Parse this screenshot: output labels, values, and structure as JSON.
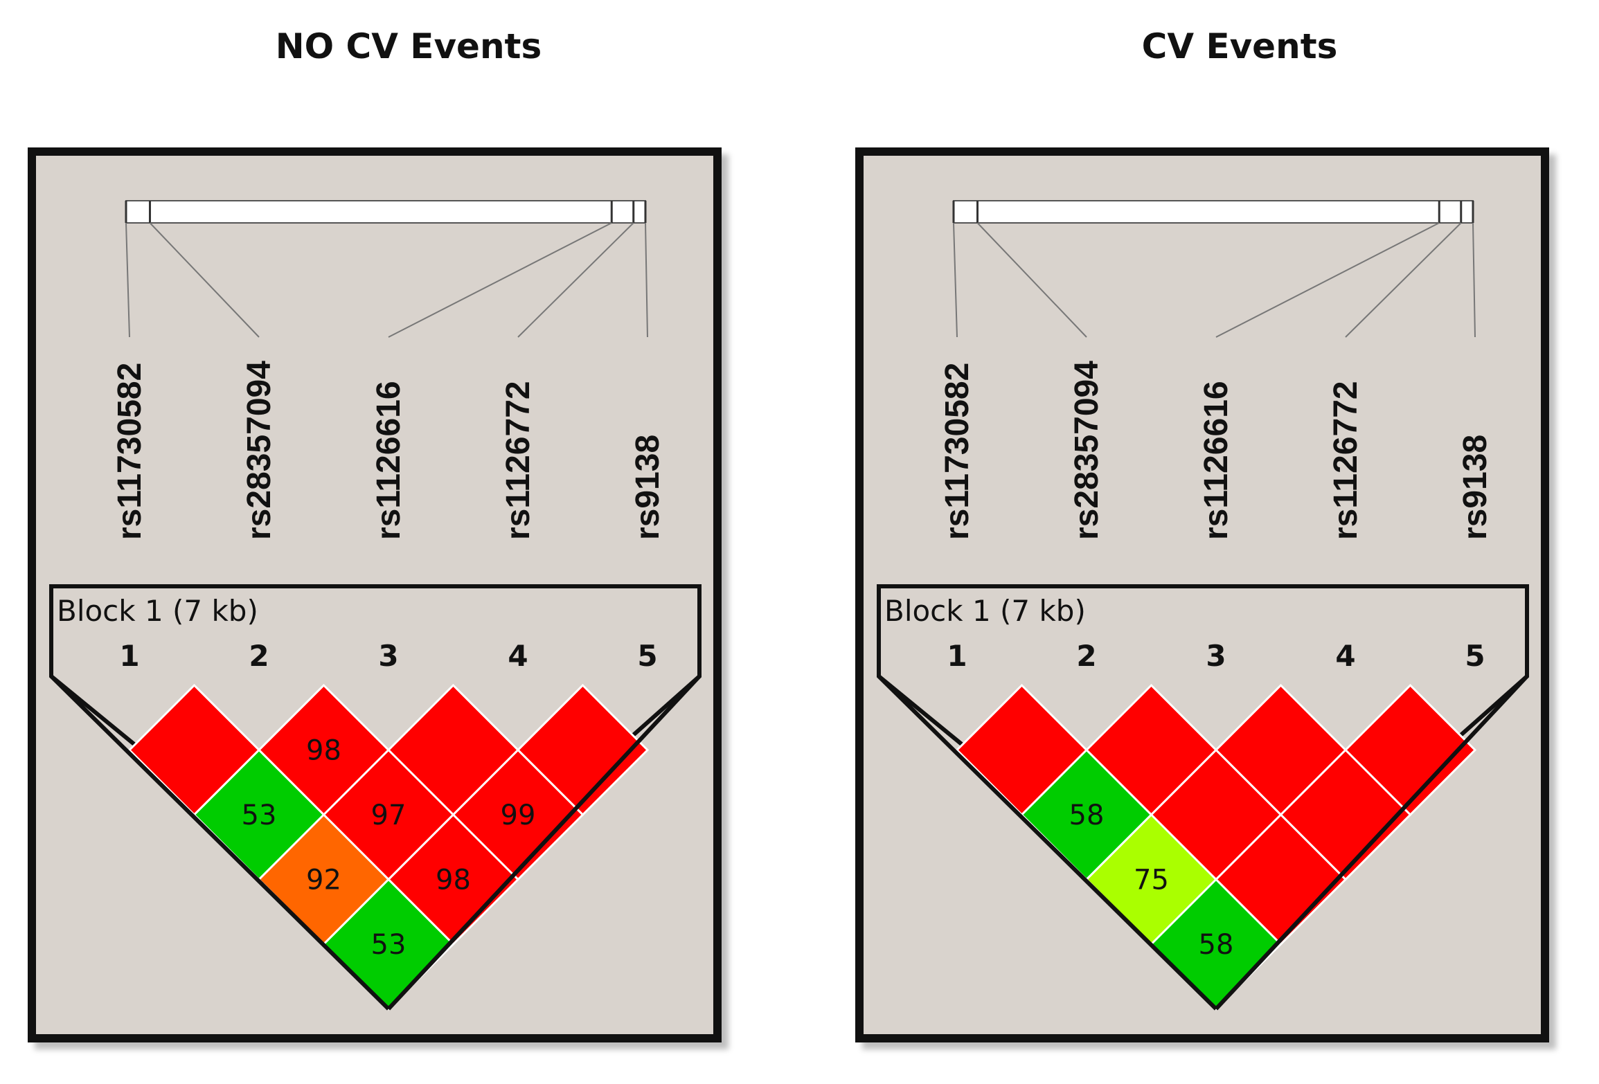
{
  "panels": [
    {
      "title": "NO CV Events",
      "block_label": "Block 1 (7 kb)",
      "marker_indices": [
        "1",
        "2",
        "3",
        "4",
        "5"
      ],
      "snps": [
        "rs11730582",
        "rs28357094",
        "rs1126616",
        "rs1126772",
        "rs9138"
      ],
      "gene_positions": [
        0.0,
        0.046,
        0.935,
        0.977,
        1.0
      ],
      "cells": [
        {
          "i": 1,
          "j": 2,
          "value": "",
          "color": "#ff0000"
        },
        {
          "i": 2,
          "j": 3,
          "value": "98",
          "color": "#ff0000"
        },
        {
          "i": 3,
          "j": 4,
          "value": "",
          "color": "#ff0000"
        },
        {
          "i": 4,
          "j": 5,
          "value": "",
          "color": "#ff0000"
        },
        {
          "i": 1,
          "j": 3,
          "value": "53",
          "color": "#00cc00"
        },
        {
          "i": 2,
          "j": 4,
          "value": "97",
          "color": "#ff0000"
        },
        {
          "i": 3,
          "j": 5,
          "value": "99",
          "color": "#ff0000"
        },
        {
          "i": 1,
          "j": 4,
          "value": "92",
          "color": "#ff6600"
        },
        {
          "i": 2,
          "j": 5,
          "value": "98",
          "color": "#ff0000"
        },
        {
          "i": 1,
          "j": 5,
          "value": "53",
          "color": "#00cc00"
        }
      ]
    },
    {
      "title": "CV Events",
      "block_label": "Block 1 (7 kb)",
      "marker_indices": [
        "1",
        "2",
        "3",
        "4",
        "5"
      ],
      "snps": [
        "rs11730582",
        "rs28357094",
        "rs1126616",
        "rs1126772",
        "rs9138"
      ],
      "gene_positions": [
        0.0,
        0.046,
        0.935,
        0.977,
        1.0
      ],
      "cells": [
        {
          "i": 1,
          "j": 2,
          "value": "",
          "color": "#ff0000"
        },
        {
          "i": 2,
          "j": 3,
          "value": "",
          "color": "#ff0000"
        },
        {
          "i": 3,
          "j": 4,
          "value": "",
          "color": "#ff0000"
        },
        {
          "i": 4,
          "j": 5,
          "value": "",
          "color": "#ff0000"
        },
        {
          "i": 1,
          "j": 3,
          "value": "58",
          "color": "#00cc00"
        },
        {
          "i": 2,
          "j": 4,
          "value": "",
          "color": "#ff0000"
        },
        {
          "i": 3,
          "j": 5,
          "value": "",
          "color": "#ff0000"
        },
        {
          "i": 1,
          "j": 4,
          "value": "75",
          "color": "#aaff00"
        },
        {
          "i": 2,
          "j": 5,
          "value": "",
          "color": "#ff0000"
        },
        {
          "i": 1,
          "j": 5,
          "value": "58",
          "color": "#00cc00"
        }
      ]
    }
  ]
}
